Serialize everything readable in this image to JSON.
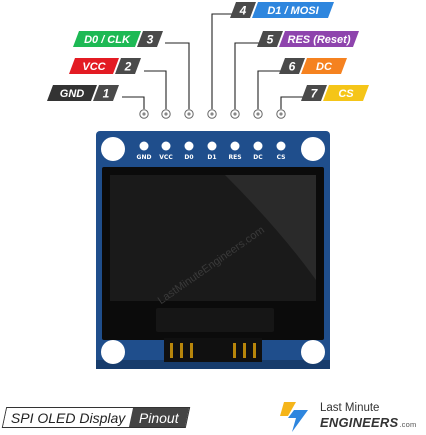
{
  "pins": [
    {
      "number": "1",
      "label": "GND",
      "color": "#333333",
      "text_color": "#ffffff"
    },
    {
      "number": "2",
      "label": "VCC",
      "color": "#e31b23",
      "text_color": "#ffffff"
    },
    {
      "number": "3",
      "label": "D0 / CLK",
      "color": "#1db954",
      "text_color": "#ffffff"
    },
    {
      "number": "4",
      "label": "D1 / MOSI",
      "color": "#2e86de",
      "text_color": "#ffffff"
    },
    {
      "number": "5",
      "label": "RES (Reset)",
      "color": "#8e44ad",
      "text_color": "#ffffff"
    },
    {
      "number": "6",
      "label": "DC",
      "color": "#f58220",
      "text_color": "#ffffff"
    },
    {
      "number": "7",
      "label": "CS",
      "color": "#f5c518",
      "text_color": "#ffffff"
    }
  ],
  "number_box_color": "#4a4a4a",
  "silkscreen": [
    "GND",
    "VCC",
    "D0",
    "D1",
    "RES",
    "DC",
    "CS"
  ],
  "watermark": "LastMinuteEngineers.com",
  "board_color": "#1f4e8c",
  "footer": {
    "title": "SPI OLED Display",
    "tag": "Pinout"
  },
  "brand": {
    "line1": "Last Minute",
    "line2": "ENGINEERS",
    "suffix": ".com",
    "logo_colors": [
      "#f5b51a",
      "#2e86de"
    ]
  }
}
